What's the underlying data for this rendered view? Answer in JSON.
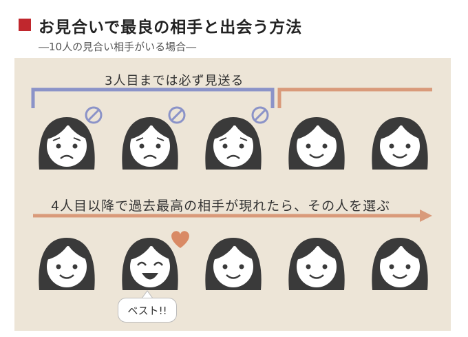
{
  "header": {
    "title": "お見合いで最良の相手と出会う方法",
    "subtitle": "―10人の見合い相手がいる場合―"
  },
  "diagram": {
    "screening_label": "3人目までは必ず見送る",
    "selection_label": "4人目以降で過去最高の相手が現れたら、その人を選ぶ",
    "best_bubble": "ベスト!!"
  },
  "colors": {
    "panel": "#ede5d7",
    "screening_bracket": "#8b93c8",
    "selection_line": "#d99a7a",
    "face_hair": "#3a3a3a",
    "face_skin": "#ffffff",
    "heart": "#d98a65",
    "title_mark": "#c0272d"
  }
}
